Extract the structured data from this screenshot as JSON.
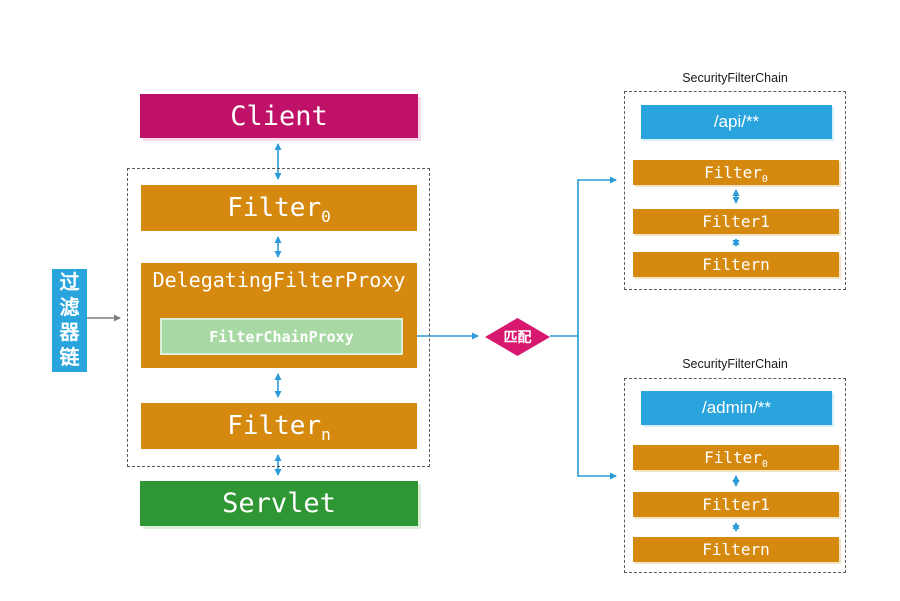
{
  "colors": {
    "client_magenta": "#C01168",
    "filter_orange": "#D6890F",
    "servlet_green": "#2E9632",
    "proxy_light_green": "#A8D9A4",
    "matcher_blue": "#29A4DD",
    "diamond_pink": "#D8176E",
    "connector_blue": "#2B9CD8",
    "connector_gray": "#7F7F7F"
  },
  "client": {
    "label": "Client"
  },
  "servlet": {
    "label": "Servlet"
  },
  "left_label": {
    "text": "过滤器链",
    "chars": [
      "过",
      "滤",
      "器",
      "链"
    ]
  },
  "main_chain": {
    "filter0": {
      "base": "Filter",
      "sub": "0"
    },
    "delegating_filter_proxy": {
      "label": "DelegatingFilterProxy"
    },
    "filter_chain_proxy": {
      "label": "FilterChainProxy"
    },
    "filtern": {
      "base": "Filter",
      "sub": "n"
    }
  },
  "match": {
    "label": "匹配"
  },
  "chains": [
    {
      "title": "SecurityFilterChain",
      "matcher": "/api/**",
      "filters": [
        {
          "base": "Filter",
          "sub": "0"
        },
        {
          "base": "Filter1",
          "sub": ""
        },
        {
          "base": "Filtern",
          "sub": ""
        }
      ]
    },
    {
      "title": "SecurityFilterChain",
      "matcher": "/admin/**",
      "filters": [
        {
          "base": "Filter",
          "sub": "0"
        },
        {
          "base": "Filter1",
          "sub": ""
        },
        {
          "base": "Filtern",
          "sub": ""
        }
      ]
    }
  ]
}
